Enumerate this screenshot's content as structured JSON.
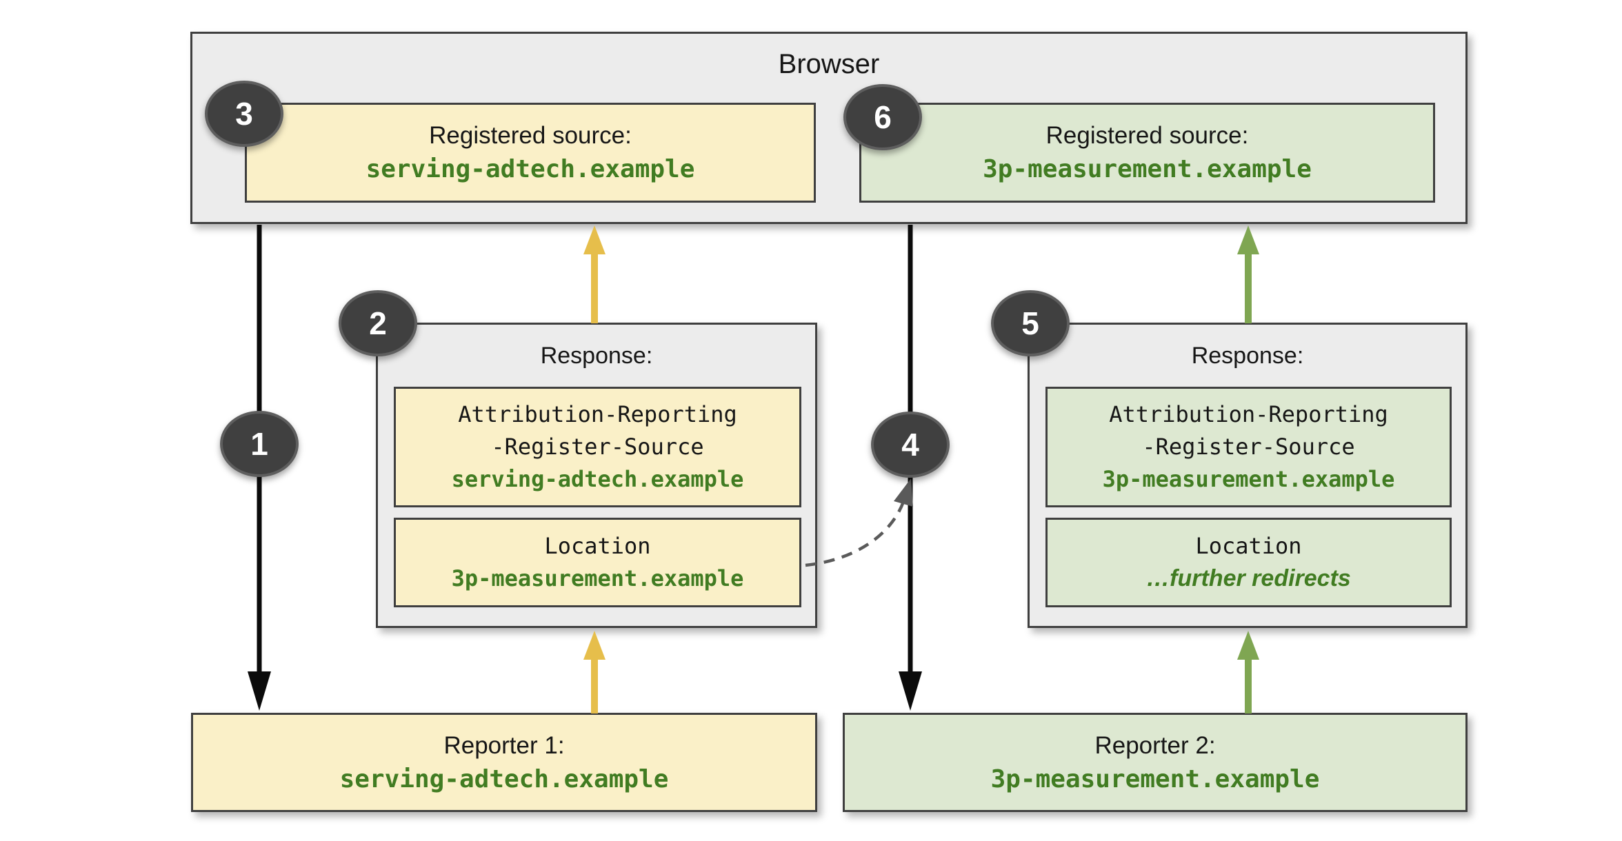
{
  "browser": {
    "title": "Browser",
    "sources": [
      {
        "badge": "3",
        "label": "Registered source:",
        "domain": "serving-adtech.example"
      },
      {
        "badge": "6",
        "label": "Registered source:",
        "domain": "3p-measurement.example"
      }
    ]
  },
  "responses": [
    {
      "badge": "2",
      "title": "Response:",
      "header_lines": [
        "Attribution-Reporting",
        "-Register-Source"
      ],
      "header_domain": "serving-adtech.example",
      "location_label": "Location",
      "location_value": "3p-measurement.example"
    },
    {
      "badge": "5",
      "title": "Response:",
      "header_lines": [
        "Attribution-Reporting",
        "-Register-Source"
      ],
      "header_domain": "3p-measurement.example",
      "location_label": "Location",
      "location_value": "…further redirects"
    }
  ],
  "reporters": [
    {
      "label": "Reporter 1:",
      "domain": "serving-adtech.example"
    },
    {
      "label": "Reporter 2:",
      "domain": "3p-measurement.example"
    }
  ],
  "flow_badges": [
    {
      "value": "1"
    },
    {
      "value": "4"
    }
  ],
  "colors": {
    "yellow_fill": "#faf0c8",
    "green_fill": "#dde8d1",
    "gray_fill": "#ececec",
    "border": "#3f3f3f",
    "green_text": "#417c22",
    "yellow_arrow": "#e6be4b",
    "green_arrow": "#7fa652",
    "black_arrow": "#0b0b0b",
    "badge_fill": "#404040"
  }
}
